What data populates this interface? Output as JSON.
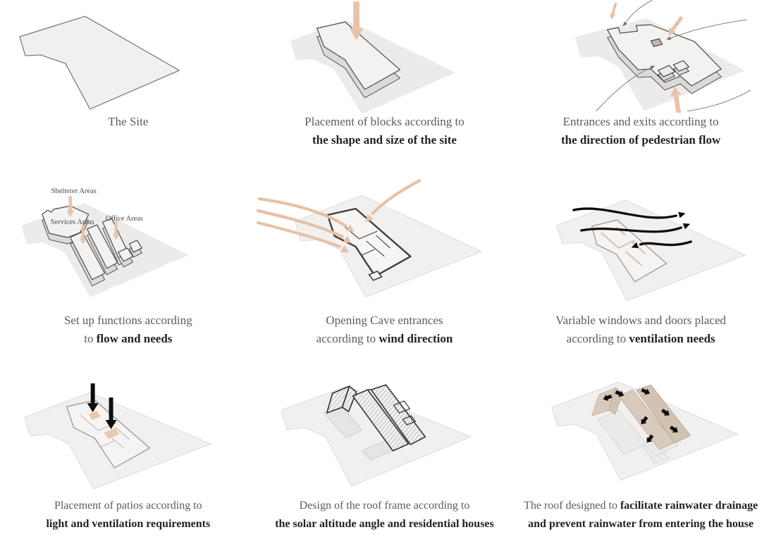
{
  "document": {
    "kind": "architectural concept diagram",
    "background": "#ffffff"
  },
  "colors": {
    "site_fill": "#f1f0ef",
    "site_flat": "#ecebe9",
    "outline": "#4c4a46",
    "tan_arrow": "#e9c3a7",
    "wind_arrow": "#e7c1a5",
    "black_arrow": "#0d0d0d",
    "roof_tan": "#d9cbbc",
    "caption_regular": "#5d5c58",
    "caption_bold": "#23221e"
  },
  "icons": {
    "placement_arrow": "down-arrow",
    "pedestrian_arrow": "thick-tan-arrow",
    "pedestrian_path": "thin-curved-line",
    "wind_arrow": "tan-curved-arrow",
    "airflow_arrow": "black-curved-arrow",
    "light_arrow": "black-down-arrow",
    "drainage_arrow": "small-black-arrow"
  },
  "panels": [
    {
      "id": "the-site",
      "caption": {
        "line1": {
          "regular": "The Site",
          "bold": ""
        },
        "line2": {
          "regular": "",
          "bold": ""
        }
      }
    },
    {
      "id": "block-placement",
      "caption": {
        "line1": {
          "regular": "Placement of blocks according to",
          "bold": ""
        },
        "line2": {
          "regular": "",
          "bold": "the shape and size of the site"
        }
      }
    },
    {
      "id": "entrances-exits",
      "caption": {
        "line1": {
          "regular": "Entrances and exits according to",
          "bold": ""
        },
        "line2": {
          "regular": "",
          "bold": "the direction of pedestrian flow"
        }
      }
    },
    {
      "id": "functions-setup",
      "labels": [
        "Shelterer Areas",
        "Services Areas",
        "Office Areas"
      ],
      "caption": {
        "line1": {
          "regular": "Set up functions according",
          "bold": ""
        },
        "line2": {
          "regular": "to ",
          "bold": "flow and needs"
        }
      }
    },
    {
      "id": "cave-entrances",
      "caption": {
        "line1": {
          "regular": "Opening Cave entrances",
          "bold": ""
        },
        "line2": {
          "regular": "according to ",
          "bold": "wind direction"
        }
      }
    },
    {
      "id": "windows-doors",
      "caption": {
        "line1": {
          "regular": "Variable windows and doors placed",
          "bold": ""
        },
        "line2": {
          "regular": "according to ",
          "bold": "ventilation needs"
        }
      }
    },
    {
      "id": "patios",
      "caption": {
        "line1": {
          "regular": "Placement of patios according to",
          "bold": ""
        },
        "line2": {
          "regular": "",
          "bold": "light and ventilation requirements"
        }
      }
    },
    {
      "id": "roof-frame",
      "caption": {
        "line1": {
          "regular": "Design of the roof frame according to",
          "bold": ""
        },
        "line2": {
          "regular": "",
          "bold": "the solar altitude angle and residential houses"
        }
      }
    },
    {
      "id": "rainwater-roof",
      "caption": {
        "line1": {
          "regular": "The roof designed to ",
          "bold": "facilitate rainwater drainage"
        },
        "line2": {
          "regular": "",
          "bold": "and prevent rainwater from entering the house"
        }
      }
    }
  ]
}
